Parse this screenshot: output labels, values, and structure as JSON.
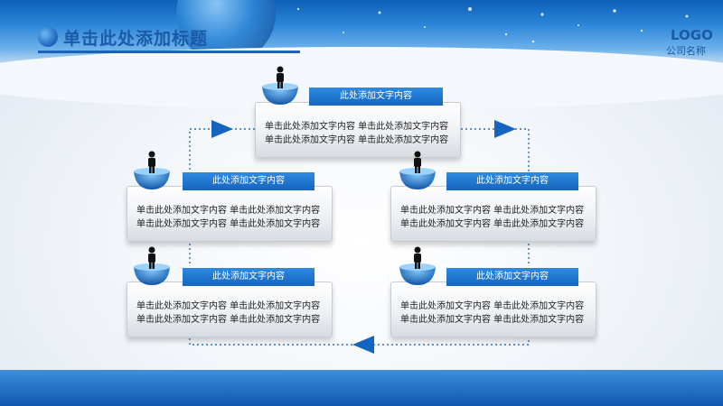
{
  "header": {
    "title": "单击此处添加标题",
    "logo": "LOGO",
    "company": "公司名称"
  },
  "nodes": [
    {
      "label": "此处添加文字内容",
      "line1": "单击此处添加文字内容   单击此处添加文字内容",
      "line2": "单击此处添加文字内容   单击此处添加文字内容"
    },
    {
      "label": "此处添加文字内容",
      "line1": "单击此处添加文字内容   单击此处添加文字内容",
      "line2": "单击此处添加文字内容   单击此处添加文字内容"
    },
    {
      "label": "此处添加文字内容",
      "line1": "单击此处添加文字内容   单击此处添加文字内容",
      "line2": "单击此处添加文字内容   单击此处添加文字内容"
    },
    {
      "label": "此处添加文字内容",
      "line1": "单击此处添加文字内容   单击此处添加文字内容",
      "line2": "单击此处添加文字内容   单击此处添加文字内容"
    },
    {
      "label": "此处添加文字内容",
      "line1": "单击此处添加文字内容   单击此处添加文字内容",
      "line2": "单击此处添加文字内容   单击此处添加文字内容"
    }
  ],
  "icons": {
    "node": "person-on-bowl-icon",
    "arrow": "triangle-arrow-icon"
  },
  "colors": {
    "primary": "#1565c0",
    "accent": "#2e8ae0",
    "connector": "#2a6fb7"
  }
}
